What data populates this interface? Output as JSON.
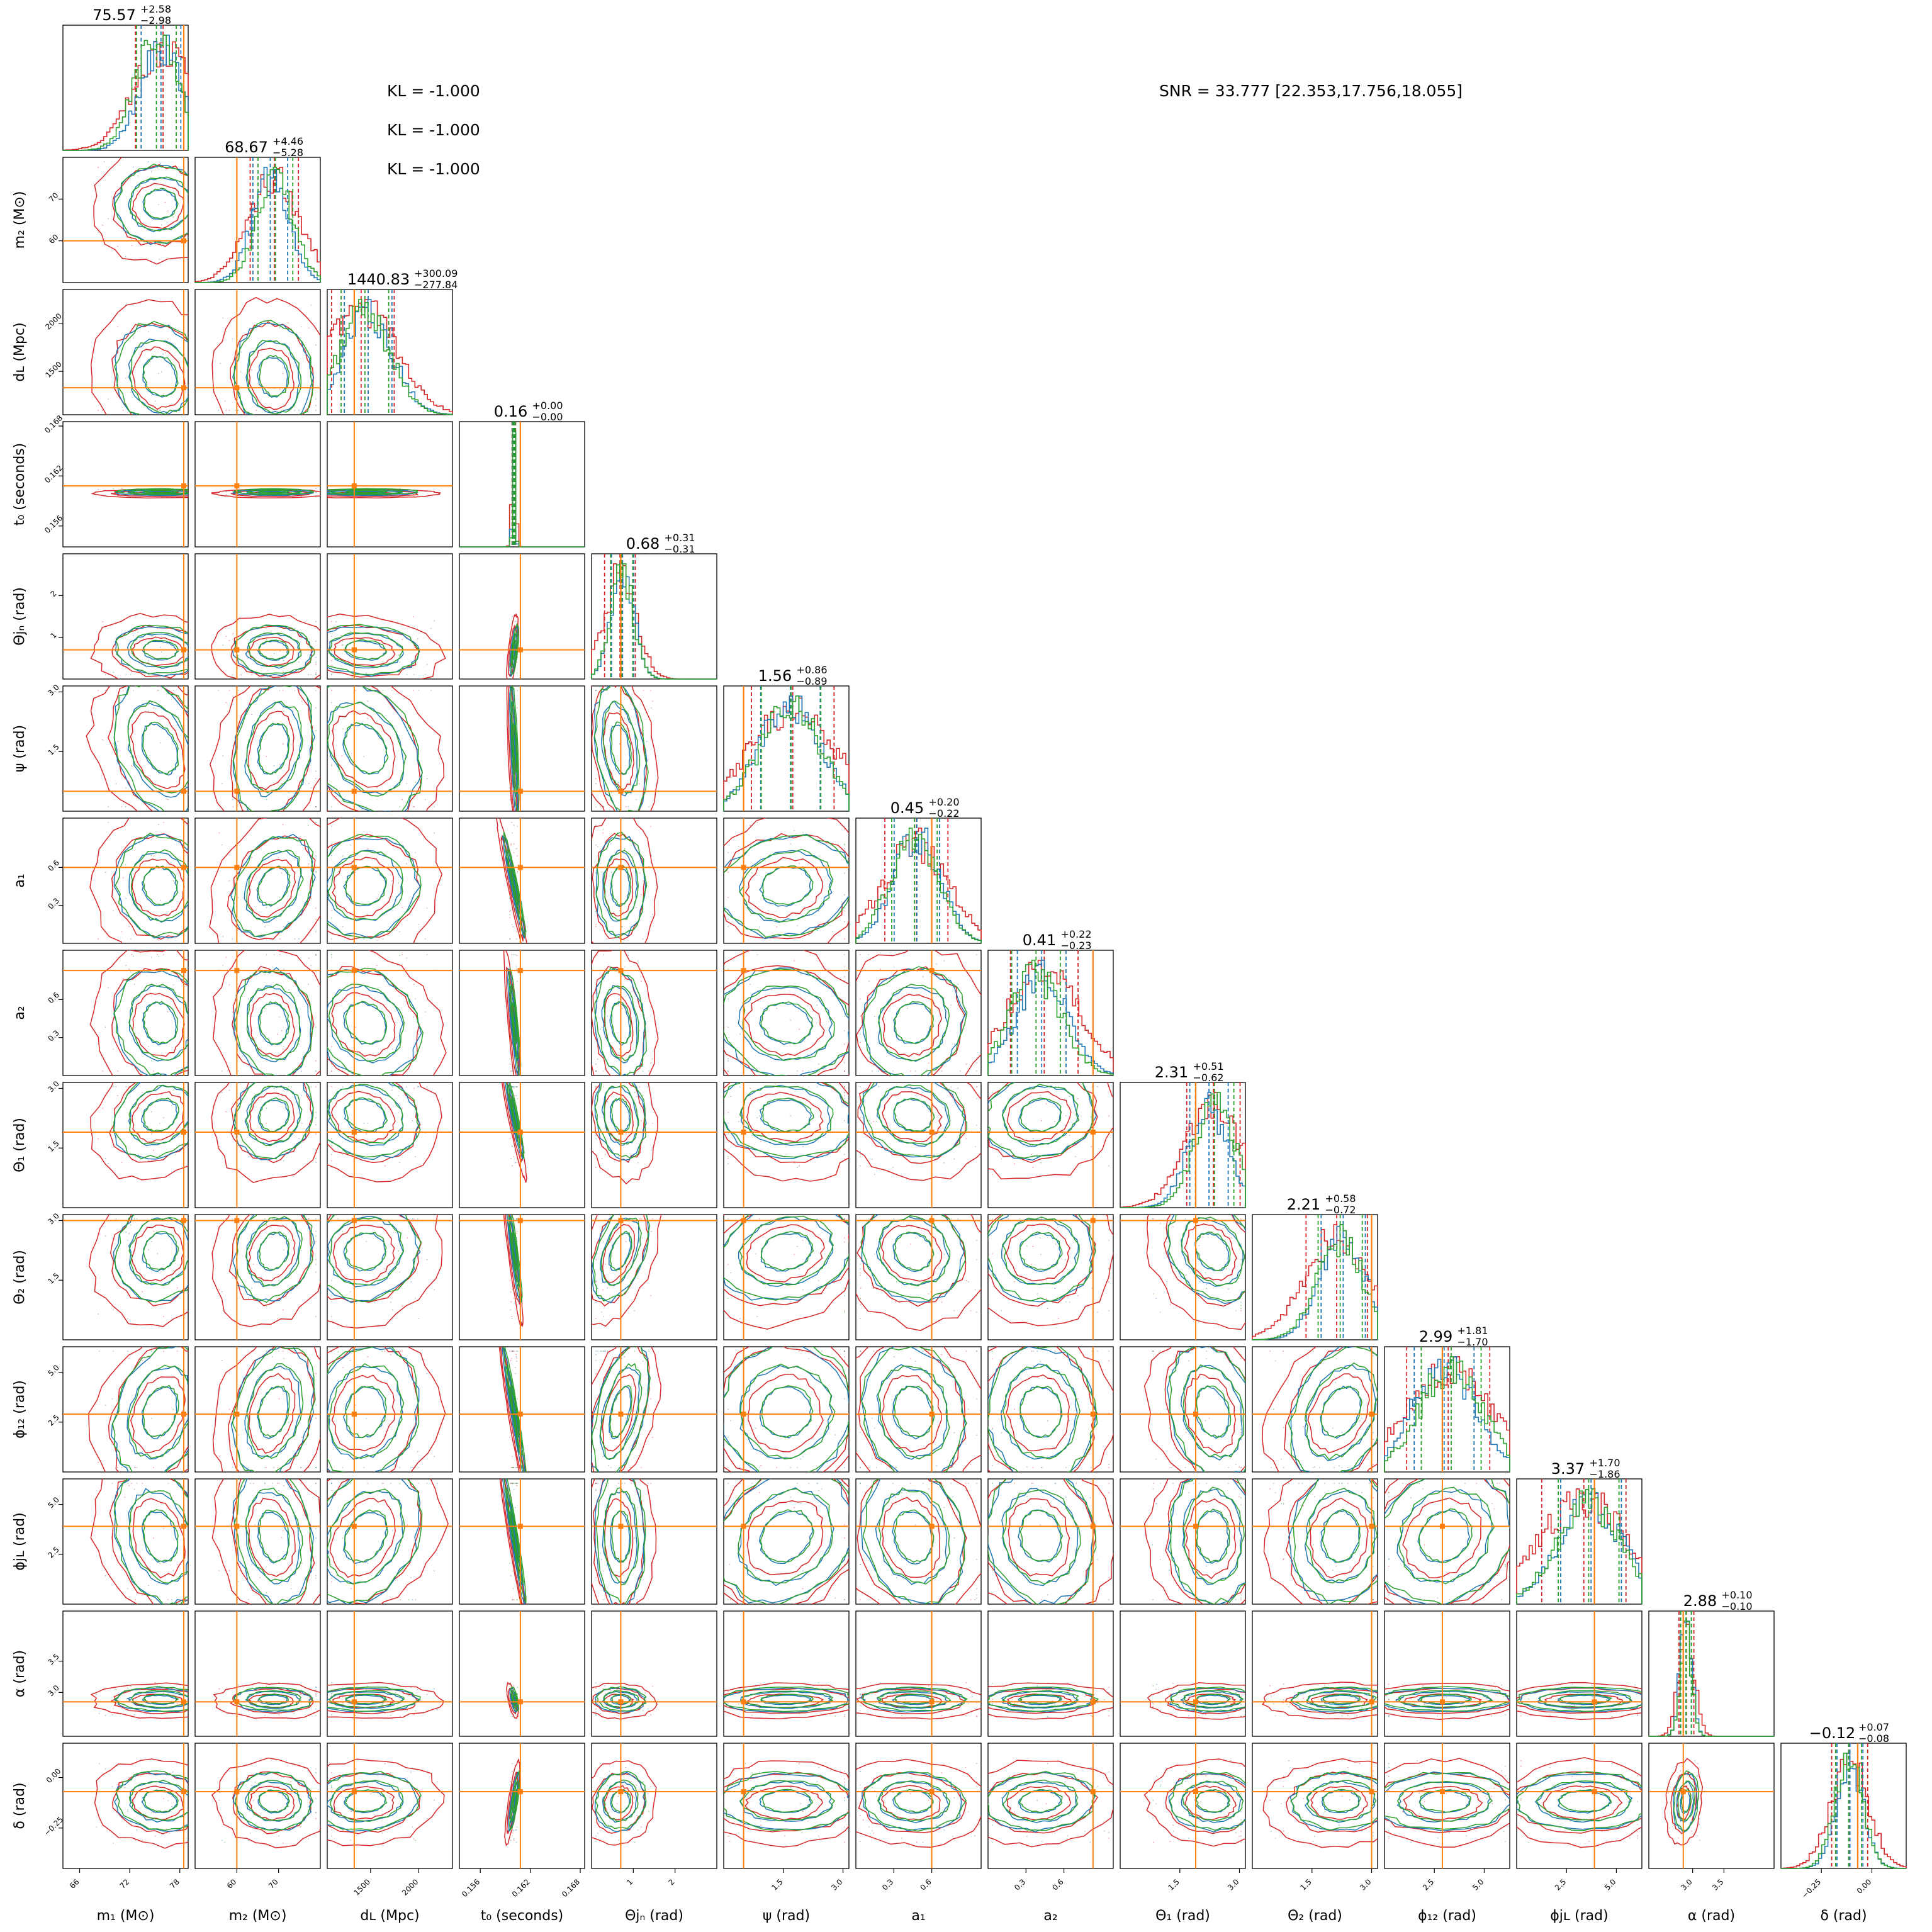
{
  "chart_data": {
    "type": "corner",
    "parameters": [
      {
        "label": "m1",
        "title": "75.57",
        "sup": "+2.58",
        "sub": "−2.98",
        "range": [
          64,
          79
        ],
        "ticks": [
          "66",
          "72",
          "78"
        ],
        "truth": 78.6
      },
      {
        "label": "m2",
        "title": "68.67",
        "sup": "+4.46",
        "sub": "−5.28",
        "range": [
          50,
          80
        ],
        "ticks": [
          "60",
          "70"
        ],
        "truth": 60
      },
      {
        "label": "dL",
        "title": "1440.83",
        "sup": "+300.09",
        "sub": "−277.84",
        "range": [
          1050,
          2350
        ],
        "ticks": [
          "1500",
          "2000"
        ],
        "truth": 1330
      },
      {
        "label": "t0",
        "title": "0.16",
        "sup": "+0.00",
        "sub": "−0.00",
        "range": [
          0.1535,
          0.1685
        ],
        "ticks": [
          "0.156",
          "0.162",
          "0.168"
        ],
        "truth": 0.1608
      },
      {
        "label": "theta_jn",
        "title": "0.68",
        "sup": "+0.31",
        "sub": "−0.31",
        "range": [
          0,
          3.0
        ],
        "ticks": [
          "1",
          "2"
        ],
        "truth": 0.7
      },
      {
        "label": "psi",
        "title": "1.56",
        "sup": "+0.86",
        "sub": "−0.89",
        "range": [
          0,
          3.15
        ],
        "ticks": [
          "1.5",
          "3.0"
        ],
        "truth": 0.5
      },
      {
        "label": "a1",
        "title": "0.45",
        "sup": "+0.20",
        "sub": "−0.22",
        "range": [
          0,
          0.99
        ],
        "ticks": [
          "0.3",
          "0.6"
        ],
        "truth": 0.6
      },
      {
        "label": "a2",
        "title": "0.41",
        "sup": "+0.22",
        "sub": "−0.23",
        "range": [
          0,
          0.99
        ],
        "ticks": [
          "0.3",
          "0.6"
        ],
        "truth": 0.83
      },
      {
        "label": "Theta1",
        "title": "2.31",
        "sup": "+0.51",
        "sub": "−0.62",
        "range": [
          0,
          3.15
        ],
        "ticks": [
          "1.5",
          "3.0"
        ],
        "truth": 1.9
      },
      {
        "label": "Theta2",
        "title": "2.21",
        "sup": "+0.58",
        "sub": "−0.72",
        "range": [
          0,
          3.15
        ],
        "ticks": [
          "1.5",
          "3.0"
        ],
        "truth": 3.0
      },
      {
        "label": "phi12",
        "title": "2.99",
        "sup": "+1.81",
        "sub": "−1.70",
        "range": [
          0,
          6.28
        ],
        "ticks": [
          "2.5",
          "5.0"
        ],
        "truth": 2.9
      },
      {
        "label": "phi_jl",
        "title": "3.37",
        "sup": "+1.70",
        "sub": "−1.86",
        "range": [
          0,
          6.28
        ],
        "ticks": [
          "2.5",
          "5.0"
        ],
        "truth": 3.9
      },
      {
        "label": "alpha",
        "title": "2.88",
        "sup": "+0.10",
        "sub": "−0.10",
        "range": [
          2.3,
          4.3
        ],
        "ticks": [
          "3.0",
          "3.5"
        ],
        "truth": 2.85
      },
      {
        "label": "delta",
        "title": "−0.12",
        "sup": "+0.07",
        "sub": "−0.08",
        "range": [
          -0.45,
          0.17
        ],
        "ticks": [
          "−0.25",
          "0.00"
        ],
        "truth": -0.07
      }
    ],
    "left_axis_ticks": [
      null,
      [
        "60",
        "70"
      ],
      [
        "1500",
        "2000"
      ],
      [
        "0.156",
        "0.162",
        "0.168"
      ],
      [
        "1",
        "2"
      ],
      [
        "1.5",
        "3.0"
      ],
      [
        "0.3",
        "0.6"
      ],
      [
        "0.3",
        "0.6"
      ],
      [
        "1.5",
        "3.0"
      ],
      [
        "1.5",
        "3.0"
      ],
      [
        "2.5",
        "5.0"
      ],
      [
        "2.5",
        "5.0"
      ],
      [
        "3.0",
        "3.5"
      ],
      [
        "−0.25",
        "0.00"
      ]
    ],
    "series_colors": [
      "#d62728",
      "#1f77b4",
      "#2ca02c"
    ],
    "truth_color": "#ff7f0e",
    "grid": false,
    "legend": "none"
  },
  "axis_labels": [
    "m₁ (M⊙)",
    "m₂ (M⊙)",
    "dʟ (Mpc)",
    "t₀ (seconds)",
    "Θjₙ (rad)",
    "ψ (rad)",
    "a₁",
    "a₂",
    "Θ₁ (rad)",
    "Θ₂ (rad)",
    "ϕ₁₂ (rad)",
    "ϕjʟ (rad)",
    "α (rad)",
    "δ (rad)"
  ],
  "annotations": {
    "kl_1": "KL = -1.000",
    "kl_2": "KL = -1.000",
    "kl_3": "KL = -1.000",
    "snr": "SNR = 33.777 [22.353,17.756,18.055]"
  }
}
